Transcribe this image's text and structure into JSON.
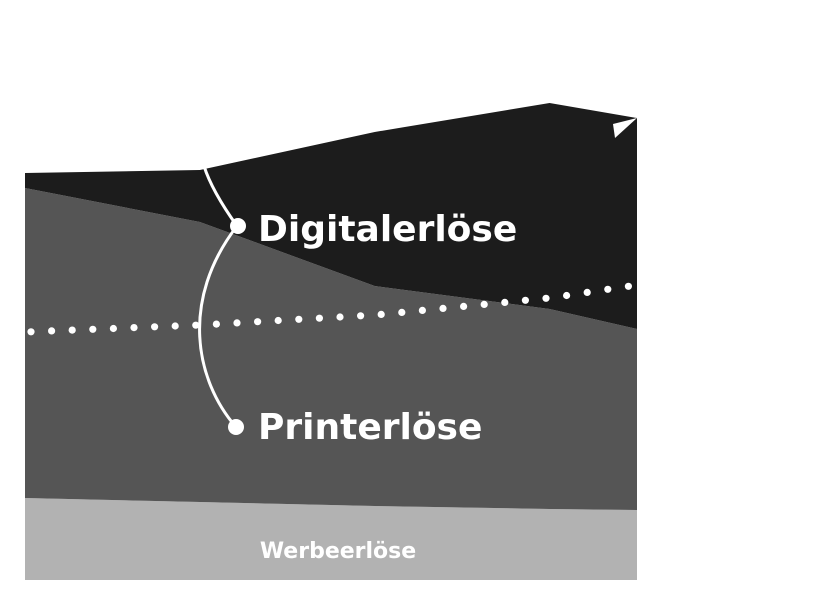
{
  "chart_data": {
    "type": "area",
    "stacked": true,
    "x": [
      0,
      4,
      8,
      12,
      14
    ],
    "series": [
      {
        "name": "Werbeerlöse",
        "values": [
          82,
          78,
          74,
          71,
          70
        ],
        "color": "#b2b2b2"
      },
      {
        "name": "Printerlöse",
        "values": [
          310,
          280,
          220,
          200,
          181
        ],
        "color": "#555555"
      },
      {
        "name": "Digitalerlöse",
        "values": [
          15,
          52,
          154,
          206,
          211
        ],
        "color": "#1c1c1c"
      }
    ],
    "reference_line": {
      "style": "dotted",
      "values": [
        248,
        255,
        265,
        282,
        295
      ]
    },
    "ylim": [
      0,
      470
    ],
    "grid": false,
    "colors": {
      "background": "#ffffff",
      "label": "#ffffff",
      "callout": "#ffffff"
    }
  }
}
